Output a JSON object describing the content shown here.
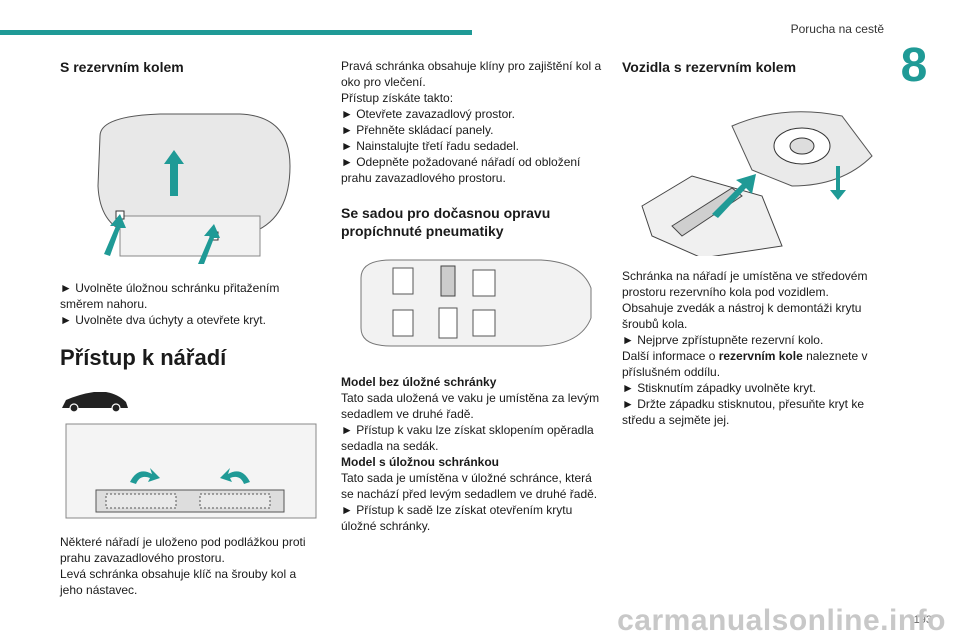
{
  "header": {
    "running_title": "Porucha na cestě",
    "chapter_number": "8",
    "accent_color": "#1f9a96"
  },
  "col1": {
    "heading_spare_wheel": "S rezervním kolem",
    "instr_1": "► Uvolněte úložnou schránku přitažením směrem nahoru.",
    "instr_2": "► Uvolněte dva úchyty a otevřete kryt.",
    "heading_tools": "Přístup k nářadí",
    "para_1": "Některé nářadí je uloženo pod podlážkou proti prahu zavazadlového prostoru.",
    "para_2": "Levá schránka obsahuje klíč na šrouby kol a jeho nástavec."
  },
  "col2": {
    "para_1": "Pravá schránka obsahuje klíny pro zajištění kol a oko pro vlečení.",
    "para_2": "Přístup získáte takto:",
    "step_1": "► Otevřete zavazadlový prostor.",
    "step_2": "► Přehněte skládací panely.",
    "step_3": "► Nainstalujte třetí řadu sedadel.",
    "step_4": "► Odepněte požadované nářadí od obložení prahu zavazadlového prostoru.",
    "heading_repair_kit": "Se sadou pro dočasnou opravu propíchnuté pneumatiky",
    "model_without_title": "Model bez úložné schránky",
    "model_without_text": "Tato sada uložená ve vaku je umístěna za levým sedadlem ve druhé řadě.",
    "model_without_step": "► Přístup k vaku lze získat sklopením opěradla sedadla na sedák.",
    "model_with_title": "Model s úložnou schránkou",
    "model_with_text": "Tato sada je umístěna v úložné schránce, která se nachází před levým sedadlem ve druhé řadě.",
    "model_with_step": "► Přístup k sadě lze získat otevřením krytu úložné schránky."
  },
  "col3": {
    "heading_vehicles": "Vozidla s rezervním kolem",
    "para_1": "Schránka na nářadí je umístěna ve středovém prostoru rezervního kola pod vozidlem.",
    "para_2": "Obsahuje zvedák a nástroj k demontáži krytu šroubů kola.",
    "step_1": "► Nejprve zpřístupněte rezervní kolo.",
    "para_3_prefix": "Další informace o ",
    "para_3_bold": "rezervním kole",
    "para_3_suffix": " naleznete v příslušném oddílu.",
    "step_2": "► Stisknutím západky uvolněte kryt.",
    "step_3": "► Držte západku stisknutou, přesuňte kryt ke středu a sejměte jej."
  },
  "footer": {
    "page_number": "193",
    "watermark": "carmanualsonline.info"
  }
}
